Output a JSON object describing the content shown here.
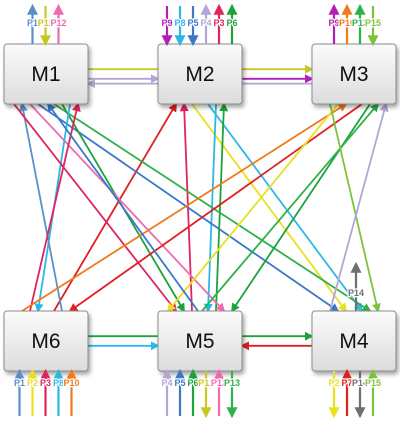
{
  "modules": [
    {
      "id": "M1",
      "label": "M1"
    },
    {
      "id": "M2",
      "label": "M2"
    },
    {
      "id": "M3",
      "label": "M3"
    },
    {
      "id": "M4",
      "label": "M4"
    },
    {
      "id": "M5",
      "label": "M5"
    },
    {
      "id": "M6",
      "label": "M6"
    }
  ],
  "ports": [
    {
      "module": "M1",
      "side": "top",
      "label": "P1",
      "dir": "up",
      "color": "#5b8fc9"
    },
    {
      "module": "M1",
      "side": "top",
      "label": "P11",
      "dir": "down",
      "color": "#c8c824"
    },
    {
      "module": "M1",
      "side": "top",
      "label": "P12",
      "dir": "up",
      "color": "#f06ab0"
    },
    {
      "module": "M2",
      "side": "top",
      "label": "P9",
      "dir": "down",
      "color": "#b31fb3"
    },
    {
      "module": "M2",
      "side": "top",
      "label": "P8",
      "dir": "down",
      "color": "#2bb8e6"
    },
    {
      "module": "M2",
      "side": "top",
      "label": "P5",
      "dir": "down",
      "color": "#3a78c9"
    },
    {
      "module": "M2",
      "side": "top",
      "label": "P4",
      "dir": "up",
      "color": "#b3a6d6"
    },
    {
      "module": "M2",
      "side": "top",
      "label": "P3",
      "dir": "up",
      "color": "#e0245e"
    },
    {
      "module": "M2",
      "side": "top",
      "label": "P6",
      "dir": "up",
      "color": "#1ea33c"
    },
    {
      "module": "M3",
      "side": "top",
      "label": "P9",
      "dir": "up",
      "color": "#b31fb3"
    },
    {
      "module": "M3",
      "side": "top",
      "label": "P10",
      "dir": "up",
      "color": "#f07a1c"
    },
    {
      "module": "M3",
      "side": "top",
      "label": "P13",
      "dir": "up",
      "color": "#2fb04a"
    },
    {
      "module": "M3",
      "side": "top",
      "label": "P15",
      "dir": "down",
      "color": "#7cc43c"
    },
    {
      "module": "M4",
      "side": "top",
      "label": "P14",
      "dir": "up",
      "color": "#6f6f6f"
    },
    {
      "module": "M6",
      "side": "bottom",
      "label": "P1",
      "dir": "up",
      "color": "#5b8fc9"
    },
    {
      "module": "M6",
      "side": "bottom",
      "label": "P2",
      "dir": "up",
      "color": "#e8e020"
    },
    {
      "module": "M6",
      "side": "bottom",
      "label": "P3",
      "dir": "up",
      "color": "#e0245e"
    },
    {
      "module": "M6",
      "side": "bottom",
      "label": "P8",
      "dir": "up",
      "color": "#2bb8e6"
    },
    {
      "module": "M6",
      "side": "bottom",
      "label": "P10",
      "dir": "up",
      "color": "#f07a1c"
    },
    {
      "module": "M5",
      "side": "bottom",
      "label": "P4",
      "dir": "up",
      "color": "#b3a6d6"
    },
    {
      "module": "M5",
      "side": "bottom",
      "label": "P5",
      "dir": "up",
      "color": "#3a78c9"
    },
    {
      "module": "M5",
      "side": "bottom",
      "label": "P6",
      "dir": "up",
      "color": "#1ea33c"
    },
    {
      "module": "M5",
      "side": "bottom",
      "label": "P11",
      "dir": "down",
      "color": "#c8c824"
    },
    {
      "module": "M5",
      "side": "bottom",
      "label": "P12",
      "dir": "up",
      "color": "#f06ab0"
    },
    {
      "module": "M5",
      "side": "bottom",
      "label": "P13",
      "dir": "down",
      "color": "#2fb04a"
    },
    {
      "module": "M4",
      "side": "bottom",
      "label": "P2",
      "dir": "down",
      "color": "#e8e020"
    },
    {
      "module": "M4",
      "side": "bottom",
      "label": "P7",
      "dir": "up",
      "color": "#e02020"
    },
    {
      "module": "M4",
      "side": "bottom",
      "label": "P14",
      "dir": "down",
      "color": "#6f6f6f"
    },
    {
      "module": "M4",
      "side": "bottom",
      "label": "P15",
      "dir": "up",
      "color": "#7cc43c"
    }
  ],
  "links": [
    {
      "from": "M1",
      "to": "M2",
      "color": "#b3a6d6"
    },
    {
      "from": "M2",
      "to": "M3",
      "color": "#b31fb3"
    },
    {
      "from": "M1",
      "to": "M3",
      "color": "#c8c824"
    },
    {
      "from": "M3",
      "to": "M1",
      "color": "#b3a6d6"
    },
    {
      "from": "M2",
      "to": "M4",
      "color": "#2bb8e6"
    },
    {
      "from": "M2",
      "to": "M4",
      "color": "#e8e020"
    },
    {
      "from": "M2",
      "to": "M5",
      "color": "#2bb8e6"
    },
    {
      "from": "M5",
      "to": "M2",
      "color": "#e0245e"
    },
    {
      "from": "M5",
      "to": "M2",
      "color": "#1ea33c"
    },
    {
      "from": "M6",
      "to": "M2",
      "color": "#e02020"
    },
    {
      "from": "M1",
      "to": "M4",
      "color": "#2fb04a"
    },
    {
      "from": "M1",
      "to": "M4",
      "color": "#3a78c9"
    },
    {
      "from": "M1",
      "to": "M5",
      "color": "#1ea33c"
    },
    {
      "from": "M1",
      "to": "M5",
      "color": "#f06ab0"
    },
    {
      "from": "M1",
      "to": "M6",
      "color": "#2bb8e6"
    },
    {
      "from": "M6",
      "to": "M1",
      "color": "#5b8fc9"
    },
    {
      "from": "M6",
      "to": "M1",
      "color": "#e0245e"
    },
    {
      "from": "M1",
      "to": "M5",
      "color": "#e0245e"
    },
    {
      "from": "M3",
      "to": "M6",
      "color": "#e02020"
    },
    {
      "from": "M6",
      "to": "M3",
      "color": "#f07a1c"
    },
    {
      "from": "M3",
      "to": "M5",
      "color": "#1ea33c"
    },
    {
      "from": "M3",
      "to": "M5",
      "color": "#e8e020"
    },
    {
      "from": "M5",
      "to": "M3",
      "color": "#2fb04a"
    },
    {
      "from": "M3",
      "to": "M4",
      "color": "#7cc43c"
    },
    {
      "from": "M4",
      "to": "M3",
      "color": "#b3a6d6"
    },
    {
      "from": "M5",
      "to": "M1",
      "color": "#3a78c9"
    },
    {
      "from": "M6",
      "to": "M5",
      "color": "#2bb8e6"
    },
    {
      "from": "M4",
      "to": "M5",
      "color": "#e02020"
    },
    {
      "from": "M6",
      "to": "M4",
      "color": "#1ea33c"
    }
  ]
}
